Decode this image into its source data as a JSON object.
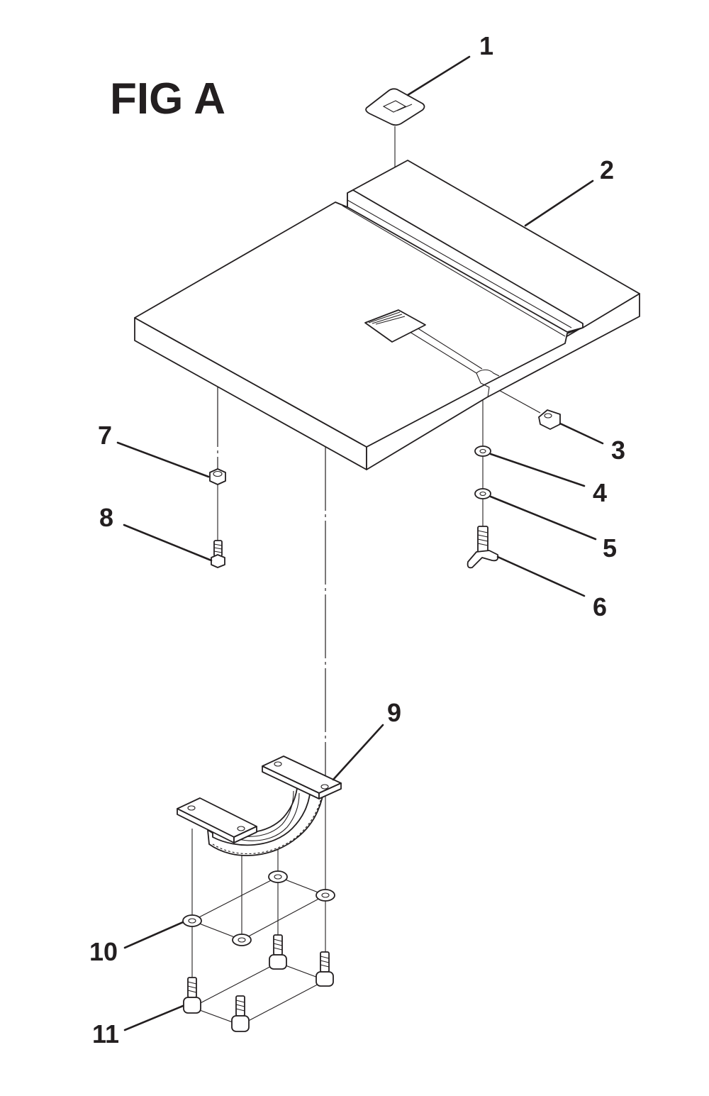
{
  "figure": {
    "title": "FIG A"
  },
  "callouts": [
    {
      "id": "callout-1",
      "label": "1"
    },
    {
      "id": "callout-2",
      "label": "2"
    },
    {
      "id": "callout-3",
      "label": "3"
    },
    {
      "id": "callout-4",
      "label": "4"
    },
    {
      "id": "callout-5",
      "label": "5"
    },
    {
      "id": "callout-6",
      "label": "6"
    },
    {
      "id": "callout-7",
      "label": "7"
    },
    {
      "id": "callout-8",
      "label": "8"
    },
    {
      "id": "callout-9",
      "label": "9"
    },
    {
      "id": "callout-10",
      "label": "10"
    },
    {
      "id": "callout-11",
      "label": "11"
    }
  ],
  "colors": {
    "ink": "#231f20",
    "paper": "#ffffff"
  }
}
